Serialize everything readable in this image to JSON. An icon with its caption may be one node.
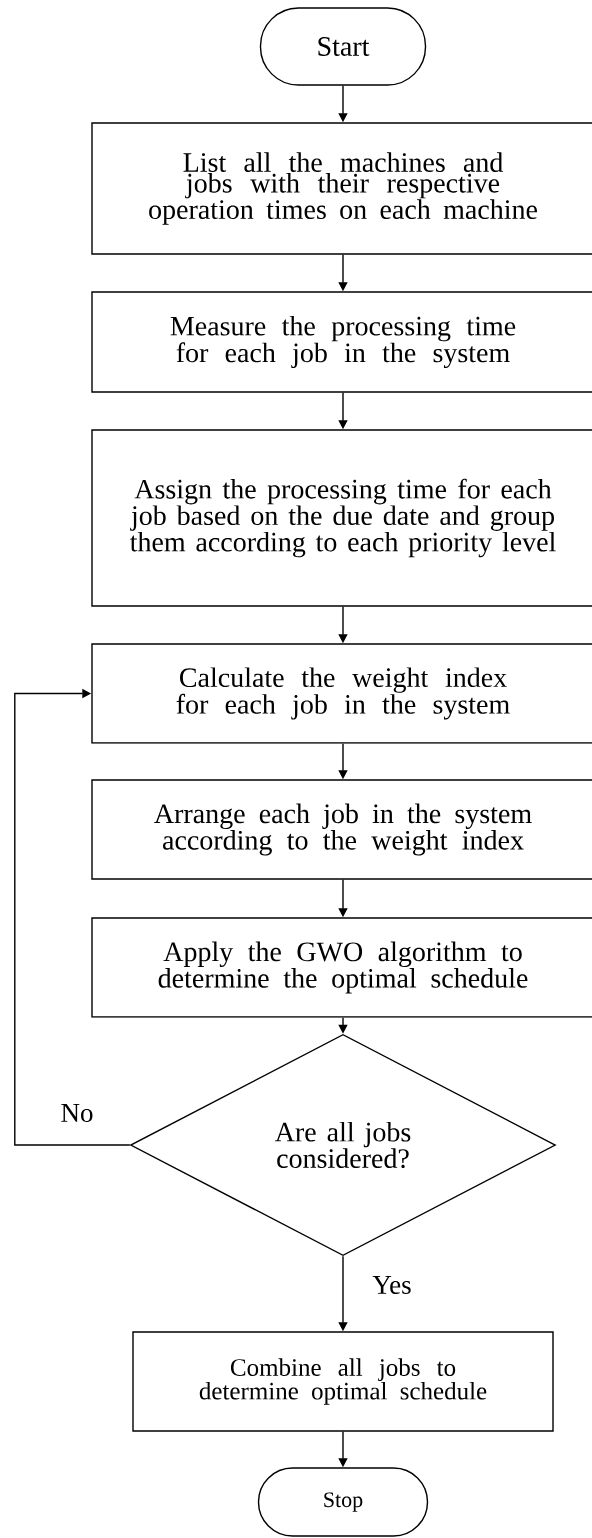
{
  "diagram": {
    "nodes": [
      {
        "text": [
          "Start"
        ]
      },
      {
        "text": [
          "List all the machines and jobs with their respective operation times on each machine"
        ]
      },
      {
        "text": [
          "Measure the processing time for each job in the system"
        ]
      },
      {
        "text": [
          "Assign the processing time for each job based on the due date and group them according to each priority level"
        ]
      },
      {
        "text": [
          "Calculate the weight index for each job in the system"
        ]
      },
      {
        "text": [
          "Arrange each job in the system according to the weight index"
        ]
      },
      {
        "text": [
          "Apply the GWO algorithm to determine the optimal schedule"
        ]
      },
      {
        "text": [
          "Are all jobs considered?"
        ]
      },
      {
        "text": [
          "Combine all jobs to determine optimal schedule"
        ]
      },
      {
        "text": [
          "Stop"
        ]
      }
    ],
    "edges": [
      {
        "from": 0,
        "to": 1,
        "arrow": "to"
      },
      {
        "from": 1,
        "to": 2,
        "arrow": "to"
      },
      {
        "from": 2,
        "to": 3,
        "arrow": "to"
      },
      {
        "from": 3,
        "to": 4,
        "arrow": "to"
      },
      {
        "from": 4,
        "to": 5,
        "arrow": "to"
      },
      {
        "from": 5,
        "to": 6,
        "arrow": "to"
      },
      {
        "from": 6,
        "to": 7,
        "arrow": "to"
      },
      {
        "from": 7,
        "to": 4,
        "arrow": "to",
        "label": "No"
      },
      {
        "from": 7,
        "to": 8,
        "arrow": "to",
        "label": "Yes"
      },
      {
        "from": 8,
        "to": 9,
        "arrow": "to"
      }
    ]
  }
}
